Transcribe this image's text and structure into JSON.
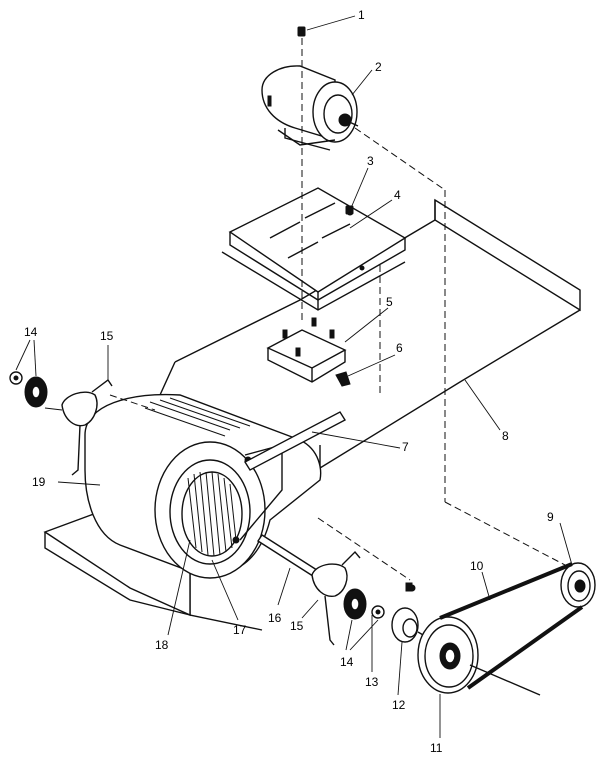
{
  "callouts": {
    "c1": "1",
    "c2": "2",
    "c3": "3",
    "c4": "4",
    "c5": "5",
    "c6": "6",
    "c7": "7",
    "c8": "8",
    "c9": "9",
    "c10": "10",
    "c11": "11",
    "c12": "12",
    "c13": "13",
    "c14a": "14",
    "c14b": "14",
    "c15a": "15",
    "c15b": "15",
    "c16": "16",
    "c17": "17",
    "c18": "18",
    "c19": "19"
  }
}
